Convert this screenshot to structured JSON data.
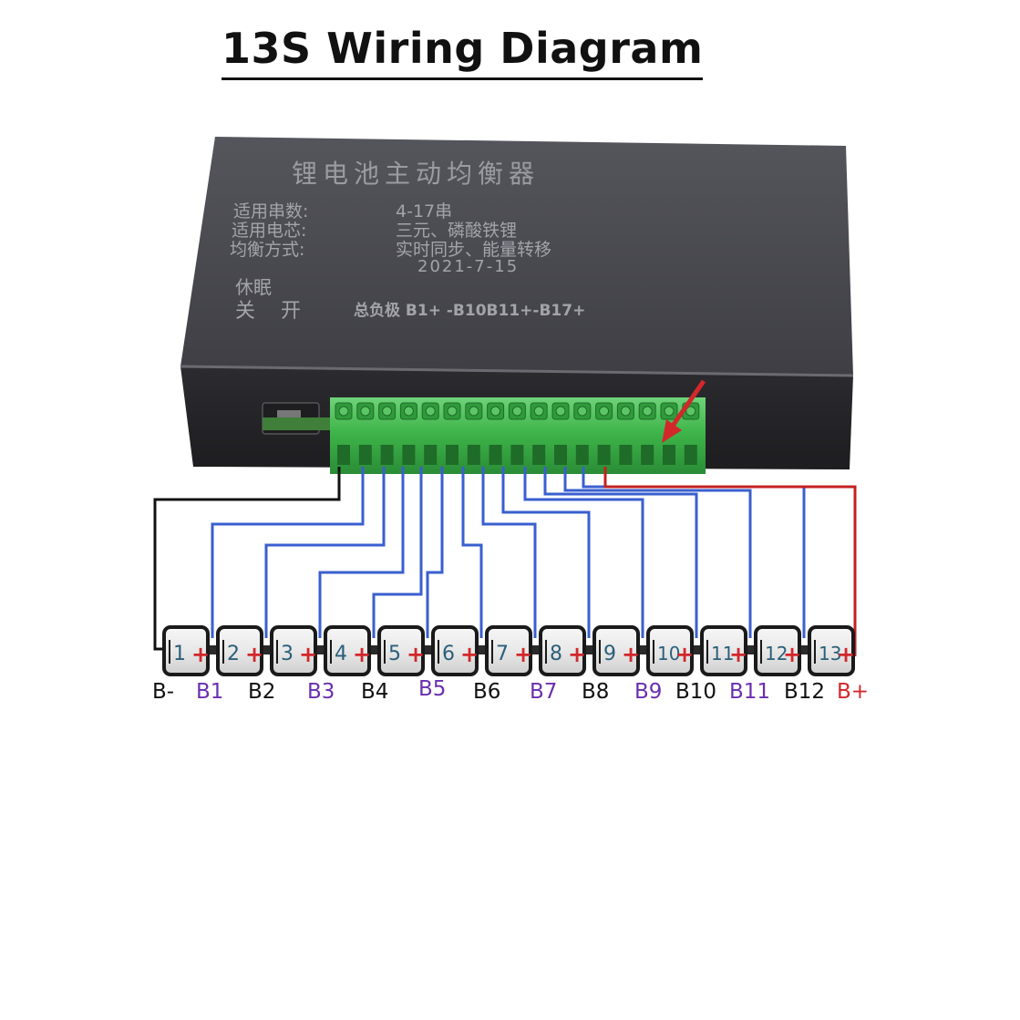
{
  "title": "13S Wiring Diagram",
  "device": {
    "heading": "锂电池主动均衡器",
    "spec_rows": [
      {
        "label": "适用串数:",
        "value": "4-17串"
      },
      {
        "label": "适用电芯:",
        "value": "三元、磷酸铁锂"
      },
      {
        "label": "均衡方式:",
        "value": "实时同步、能量转移"
      }
    ],
    "date": "2021-7-15",
    "sleep_label": "休眠",
    "switch_off_label": "关",
    "switch_on_label": "开",
    "terminal_label": "总负极 B1+ -B10B11+-B17+"
  },
  "cells": [
    "1",
    "2",
    "3",
    "4",
    "5",
    "6",
    "7",
    "8",
    "9",
    "10",
    "11",
    "12",
    "13"
  ],
  "cell_plus_symbol": "+",
  "balance_labels": [
    {
      "text": "B-",
      "color": "black"
    },
    {
      "text": "B1",
      "color": "purple"
    },
    {
      "text": "B2",
      "color": "black"
    },
    {
      "text": "B3",
      "color": "purple"
    },
    {
      "text": "B4",
      "color": "black"
    },
    {
      "text": "B5",
      "color": "purple"
    },
    {
      "text": "B6",
      "color": "black"
    },
    {
      "text": "B7",
      "color": "purple"
    },
    {
      "text": "B8",
      "color": "black"
    },
    {
      "text": "B9",
      "color": "purple"
    },
    {
      "text": "B10",
      "color": "black"
    },
    {
      "text": "B11",
      "color": "purple"
    },
    {
      "text": "B12",
      "color": "black"
    },
    {
      "text": "B+",
      "color": "red"
    }
  ],
  "wire_colors": {
    "negative": "#111111",
    "balance": "#3a5fcf",
    "positive": "#c42020",
    "arrow": "#d2272b",
    "terminal_block": "#3fb54a"
  }
}
